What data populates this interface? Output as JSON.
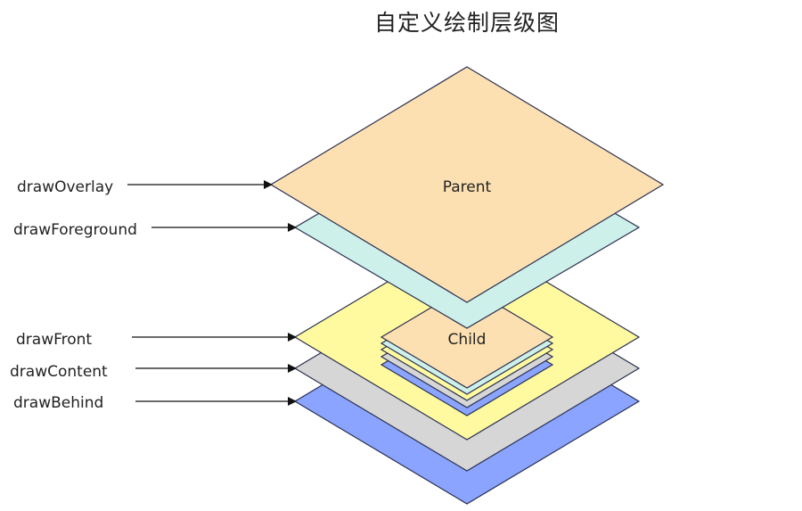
{
  "title": "自定义绘制层级图",
  "colors": {
    "overlay": "#fde0b2",
    "foreground": "#cdf0ea",
    "front": "#fffaa0",
    "content": "#d6d6d6",
    "behind": "#8aa4ff",
    "stroke": "#2a3050",
    "arrow": "#111111"
  },
  "labels": [
    {
      "id": "overlay",
      "text": "drawOverlay"
    },
    {
      "id": "foreground",
      "text": "drawForeground"
    },
    {
      "id": "front",
      "text": "drawFront"
    },
    {
      "id": "content",
      "text": "drawContent"
    },
    {
      "id": "behind",
      "text": "drawBehind"
    }
  ],
  "parent_label": "Parent",
  "child_label": "Child"
}
